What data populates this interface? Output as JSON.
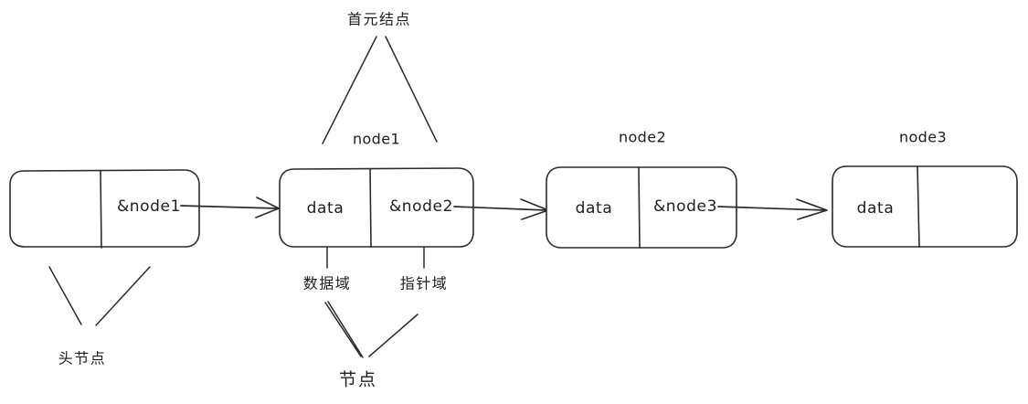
{
  "diagram": {
    "title_top": "首元结点",
    "bottom_label": "节点",
    "head_label": "头节点",
    "stroke_color": "#2b2b2b",
    "text_color": "#1d1d1d",
    "background": "#ffffff",
    "field_labels": {
      "data_field": "数据域",
      "pointer_field": "指针域"
    },
    "nodes": [
      {
        "id": "head-node",
        "title": "",
        "data_cell": "",
        "pointer_cell": "&node1"
      },
      {
        "id": "node1",
        "title": "node1",
        "data_cell": "data",
        "pointer_cell": "&node2"
      },
      {
        "id": "node2",
        "title": "node2",
        "data_cell": "data",
        "pointer_cell": "&node3"
      },
      {
        "id": "node3",
        "title": "node3",
        "data_cell": "data",
        "pointer_cell": ""
      }
    ],
    "arrows": [
      {
        "from": "head-node",
        "to": "node1"
      },
      {
        "from": "node1",
        "to": "node2"
      },
      {
        "from": "node2",
        "to": "node3"
      }
    ]
  }
}
